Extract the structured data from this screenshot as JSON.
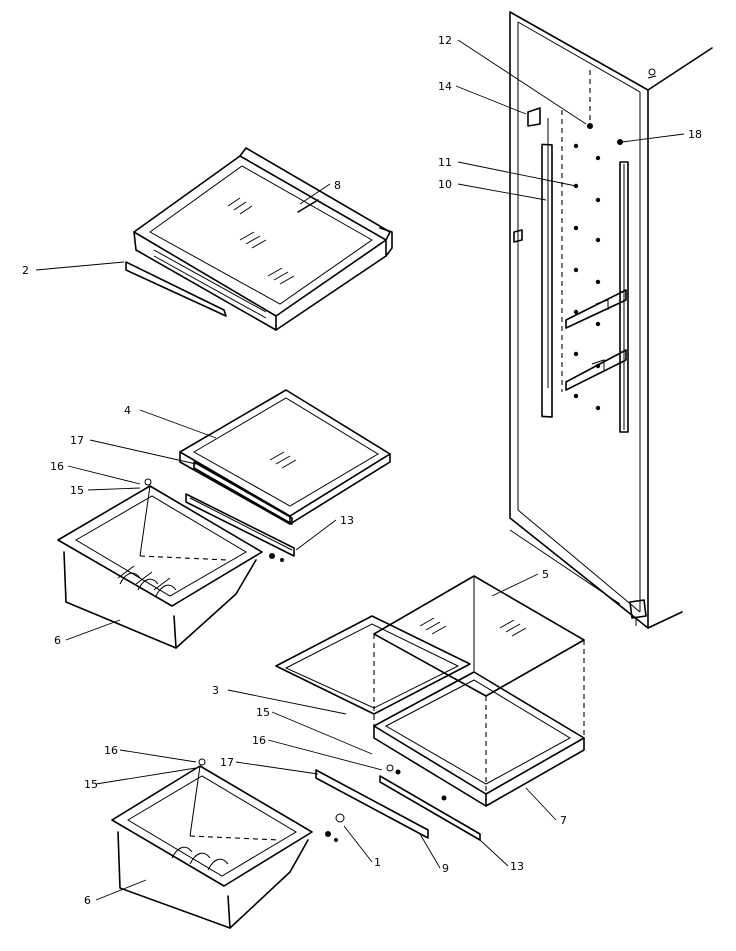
{
  "callouts": {
    "c1": "1",
    "c2": "2",
    "c3": "3",
    "c4": "4",
    "c5": "5",
    "c6_upper": "6",
    "c6_lower": "6",
    "c7": "7",
    "c8": "8",
    "c9": "9",
    "c10": "10",
    "c11": "11",
    "c12": "12",
    "c13_upper": "13",
    "c13_lower": "13",
    "c14": "14",
    "c15_upper": "15",
    "c15_mid": "15",
    "c15_lower": "15",
    "c16_upper": "16",
    "c16_mid": "16",
    "c16_lower": "16",
    "c17_upper": "17",
    "c17_lower": "17",
    "c18": "18"
  },
  "colors": {
    "line": "#000000",
    "background": "#ffffff"
  }
}
